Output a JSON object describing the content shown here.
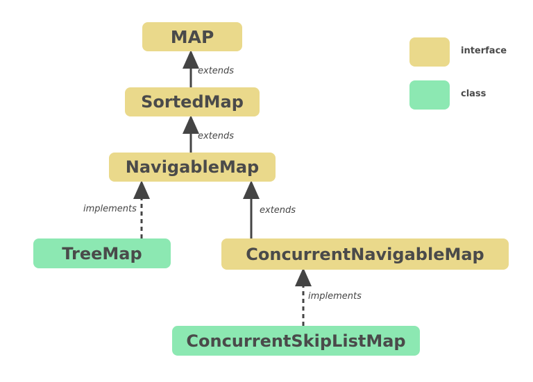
{
  "nodes": {
    "map": "MAP",
    "sorted_map": "SortedMap",
    "navigable_map": "NavigableMap",
    "tree_map": "TreeMap",
    "concurrent_navigable_map": "ConcurrentNavigableMap",
    "concurrent_skip_list_map": "ConcurrentSkipListMap"
  },
  "edges": [
    {
      "from": "SortedMap",
      "to": "MAP",
      "label": "extends",
      "style": "solid"
    },
    {
      "from": "NavigableMap",
      "to": "SortedMap",
      "label": "extends",
      "style": "solid"
    },
    {
      "from": "TreeMap",
      "to": "NavigableMap",
      "label": "implements",
      "style": "dashed"
    },
    {
      "from": "ConcurrentNavigableMap",
      "to": "NavigableMap",
      "label": "extends",
      "style": "solid"
    },
    {
      "from": "ConcurrentSkipListMap",
      "to": "ConcurrentNavigableMap",
      "label": "implements",
      "style": "dashed"
    }
  ],
  "legend": {
    "interface": "interface",
    "class": "class"
  },
  "colors": {
    "interface": "#ead98b",
    "class": "#8ce8b2",
    "arrow": "#444444",
    "text": "#4a4a4a"
  }
}
